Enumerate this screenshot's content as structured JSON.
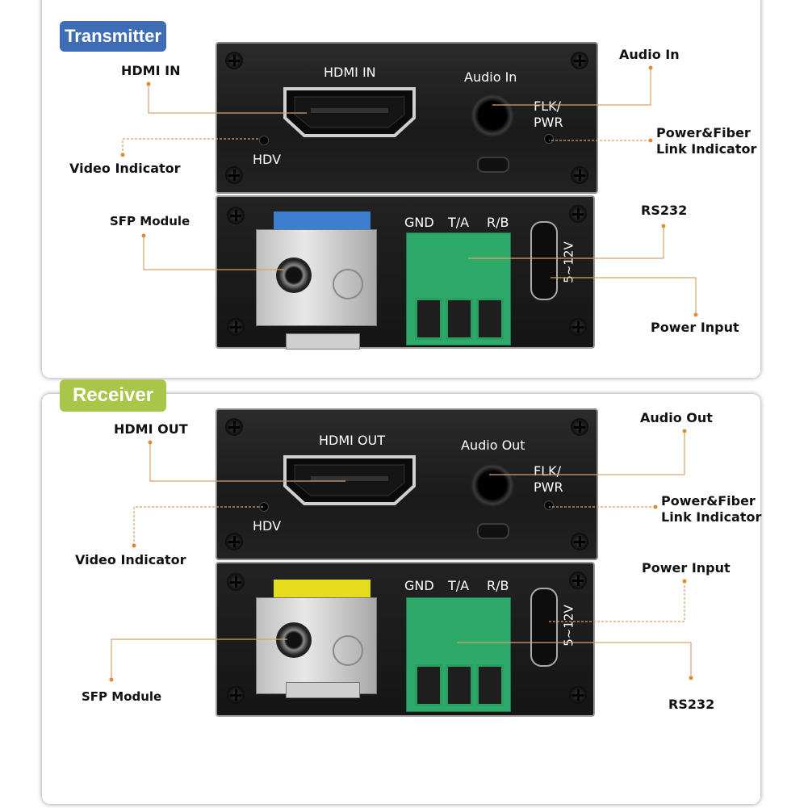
{
  "transmitter": {
    "title": "Transmitter",
    "badge_color": "#3f6db5",
    "callouts": {
      "hdmi": "HDMI IN",
      "audio": "Audio In",
      "video_indicator": "Video Indicator",
      "power_fiber_line1": "Power&Fiber",
      "power_fiber_line2": "Link Indicator",
      "sfp": "SFP Module",
      "rs232": "RS232",
      "power_input": "Power Input"
    },
    "panel": {
      "hdmi": "HDMI IN",
      "audio": "Audio In",
      "flk": "FLK/",
      "pwr": "PWR",
      "hdv": "HDV",
      "gnd": "GND",
      "ta": "T/A",
      "rb": "R/B",
      "voltage": "5~12V"
    },
    "sfp_color": "#3a7fd0"
  },
  "receiver": {
    "title": "Receiver",
    "badge_color": "#a9c64b",
    "callouts": {
      "hdmi": "HDMI OUT",
      "audio": "Audio Out",
      "video_indicator": "Video Indicator",
      "power_fiber_line1": "Power&Fiber",
      "power_fiber_line2": "Link Indicator",
      "sfp": "SFP Module",
      "rs232": "RS232",
      "power_input": "Power Input"
    },
    "panel": {
      "hdmi": "HDMI OUT",
      "audio": "Audio Out",
      "flk": "FLK/",
      "pwr": "PWR",
      "hdv": "HDV",
      "gnd": "GND",
      "ta": "T/A",
      "rb": "R/B",
      "voltage": "5~12V"
    },
    "sfp_color": "#e6dc1e"
  },
  "colors": {
    "callout_line": "#d9a06a",
    "terminal_green": "#2daa6a"
  }
}
